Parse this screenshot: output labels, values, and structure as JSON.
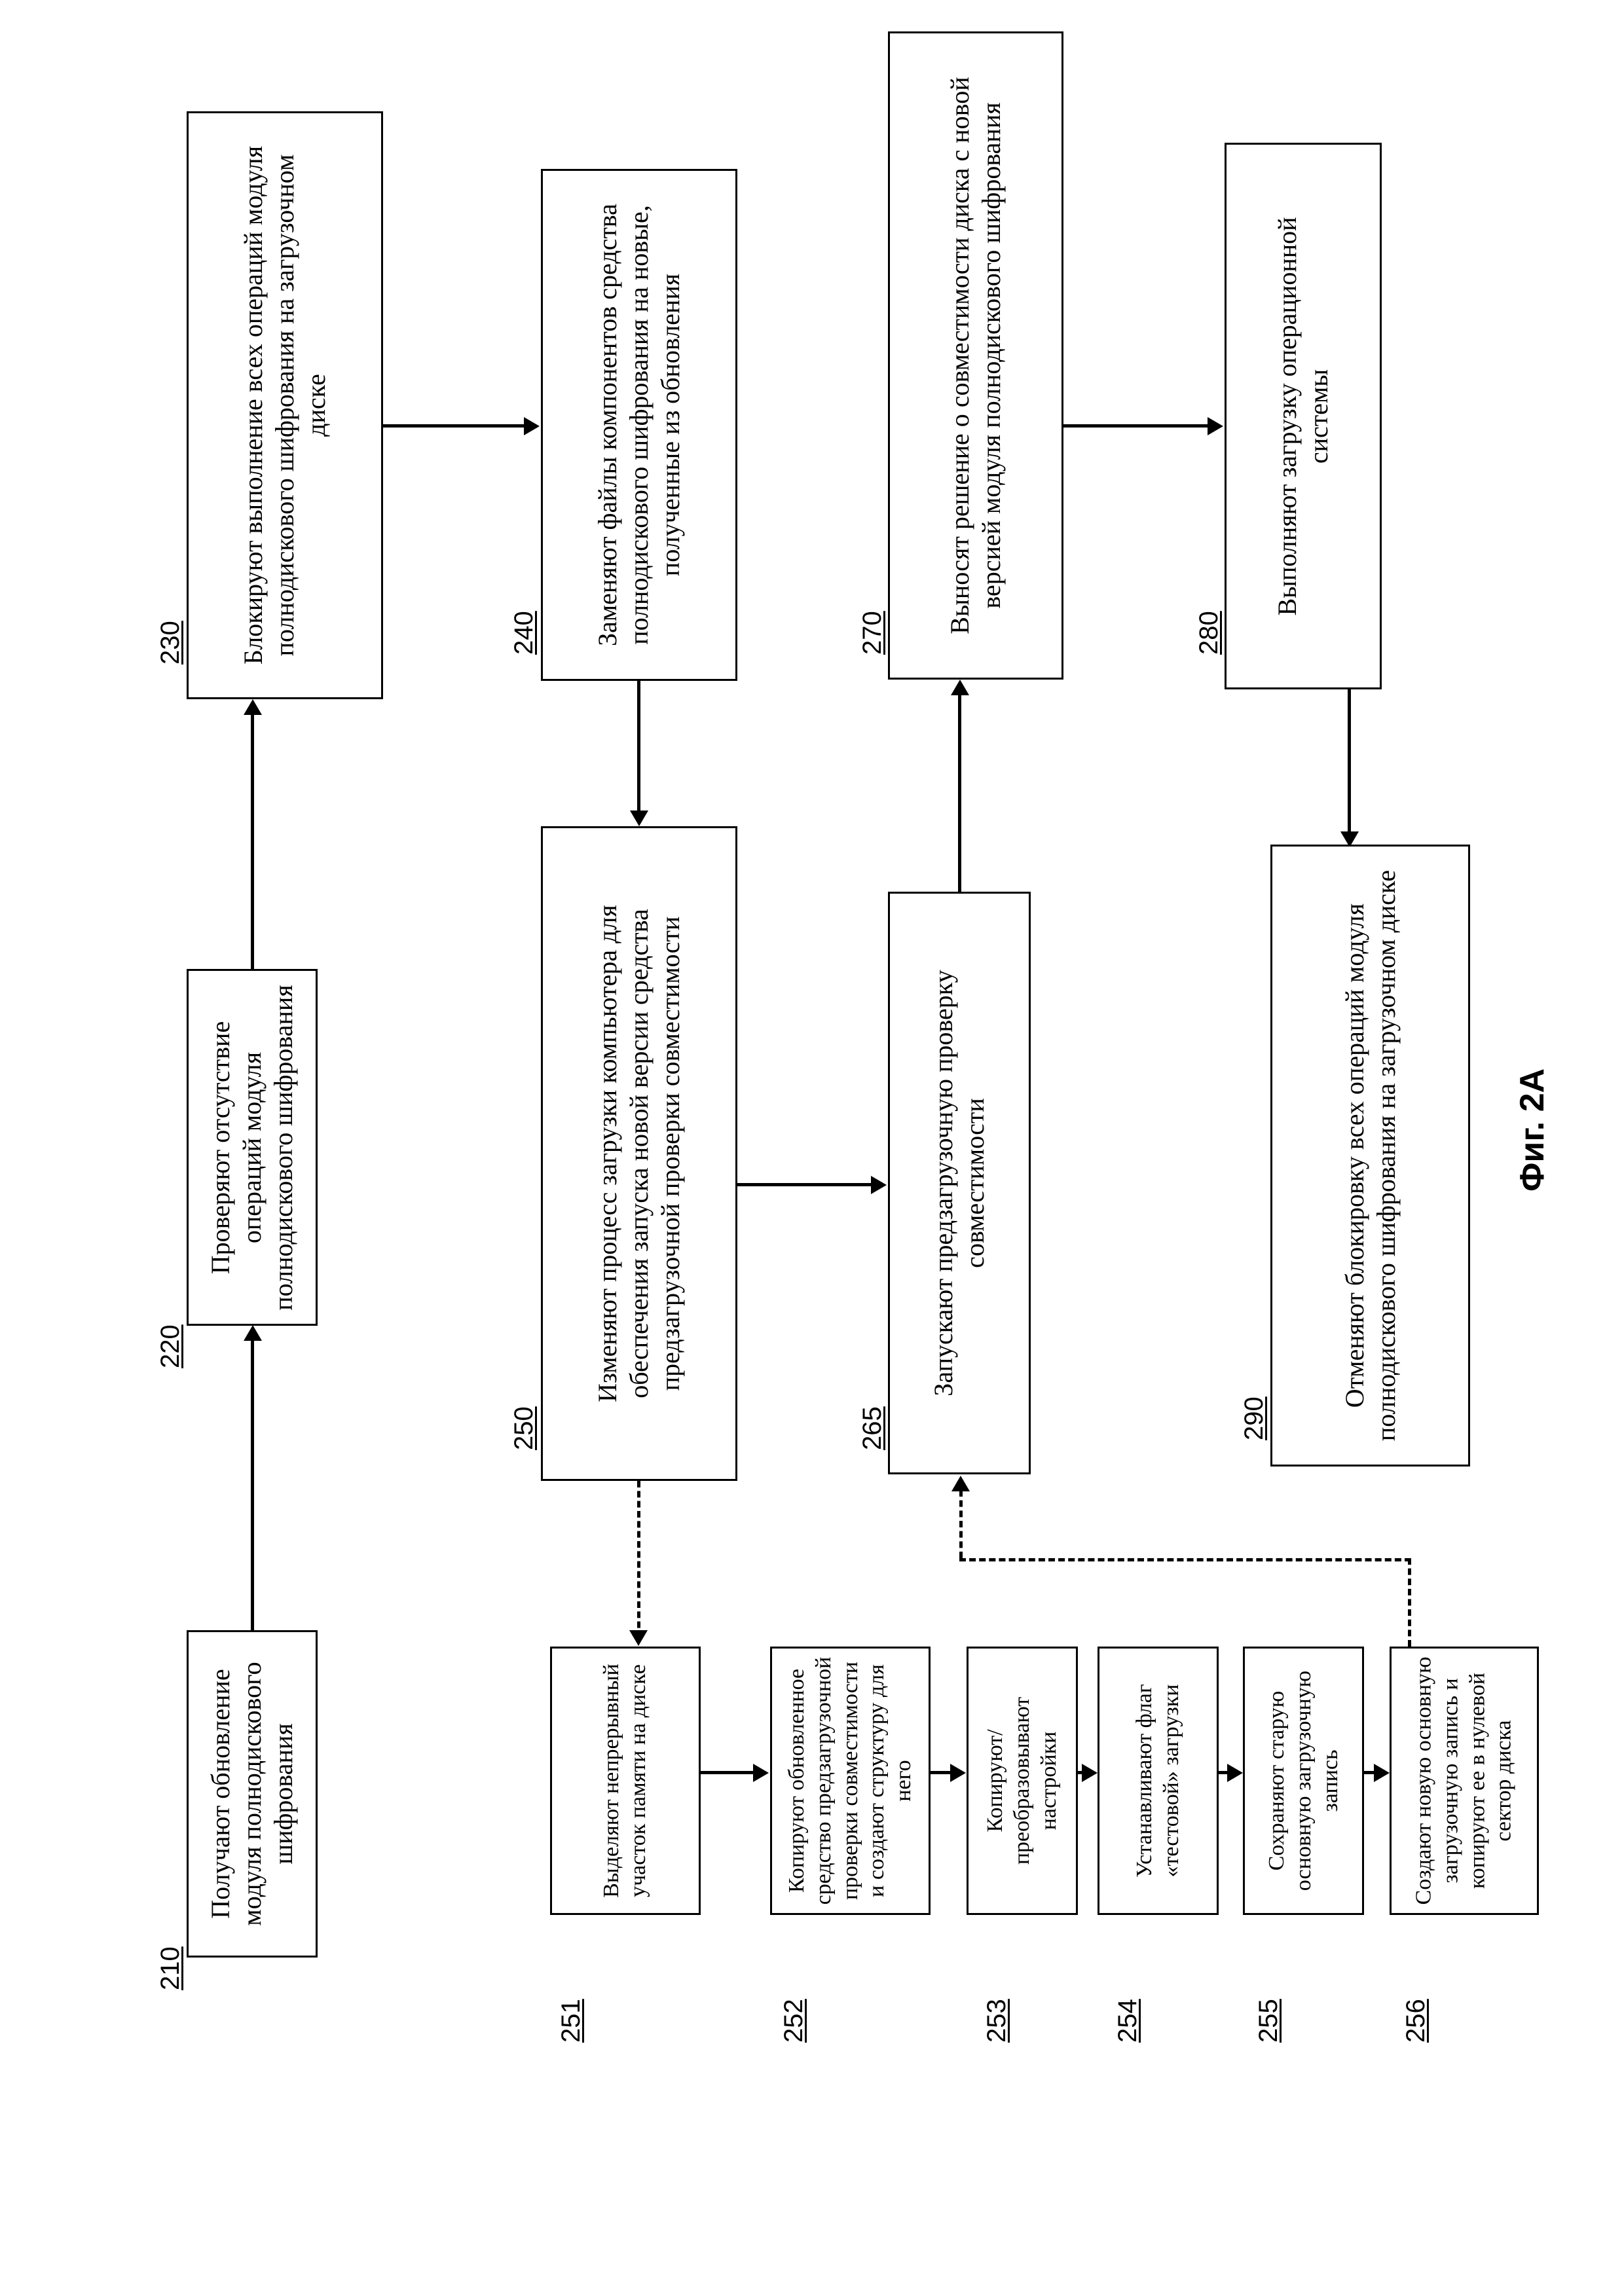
{
  "figure": {
    "caption": "Фиг. 2А",
    "orientation": "rotated-90-ccw",
    "language": "ru"
  },
  "nodes": [
    {
      "id": "210",
      "ref": "210",
      "text": "Получают обновление модуля полнодискового шифрования"
    },
    {
      "id": "220",
      "ref": "220",
      "text": "Проверяют отсутствие операций модуля полнодискового шифрования"
    },
    {
      "id": "230",
      "ref": "230",
      "text": "Блокируют выполнение всех операций модуля полнодискового шифрования на загрузочном диске"
    },
    {
      "id": "240",
      "ref": "240",
      "text": "Заменяют файлы компонентов средства полнодискового шифрования на новые, полученные из обновления"
    },
    {
      "id": "250",
      "ref": "250",
      "text": "Изменяют процесс загрузки компьютера для обеспечения запуска новой версии средства предзагрузочной проверки совместимости"
    },
    {
      "id": "265",
      "ref": "265",
      "text": "Запускают предзагрузочную проверку совместимости"
    },
    {
      "id": "270",
      "ref": "270",
      "text": "Выносят решение о совместимости диска с новой версией модуля полнодискового шифрования"
    },
    {
      "id": "280",
      "ref": "280",
      "text": "Выполняют загрузку операционной системы"
    },
    {
      "id": "290",
      "ref": "290",
      "text": "Отменяют блокировку всех операций модуля полнодискового шифрования на загрузочном диске"
    },
    {
      "id": "251",
      "ref": "251",
      "text": "Выделяют непрерывный участок памяти на диске"
    },
    {
      "id": "252",
      "ref": "252",
      "text": "Копируют обновленное средство предзагрузочной проверки совместимости и создают структуру для него"
    },
    {
      "id": "253",
      "ref": "253",
      "text": "Копируют/преобразовывают настройки"
    },
    {
      "id": "254",
      "ref": "254",
      "text": "Устанавливают флаг «тестовой» загрузки"
    },
    {
      "id": "255",
      "ref": "255",
      "text": "Сохраняют старую основную загрузочную запись"
    },
    {
      "id": "256",
      "ref": "256",
      "text": "Создают новую основную загрузочную запись  и копируют ее в нулевой сектор диска"
    }
  ],
  "edges": [
    {
      "from": "210",
      "to": "220",
      "style": "solid"
    },
    {
      "from": "220",
      "to": "230",
      "style": "solid"
    },
    {
      "from": "230",
      "to": "240",
      "style": "solid"
    },
    {
      "from": "240",
      "to": "250",
      "style": "solid"
    },
    {
      "from": "250",
      "to": "265",
      "style": "solid"
    },
    {
      "from": "265",
      "to": "270",
      "style": "solid"
    },
    {
      "from": "270",
      "to": "280",
      "style": "solid"
    },
    {
      "from": "280",
      "to": "290",
      "style": "solid"
    },
    {
      "from": "250",
      "to": "251",
      "style": "dashed"
    },
    {
      "from": "251",
      "to": "252",
      "style": "solid"
    },
    {
      "from": "252",
      "to": "253",
      "style": "solid"
    },
    {
      "from": "253",
      "to": "254",
      "style": "solid"
    },
    {
      "from": "254",
      "to": "255",
      "style": "solid"
    },
    {
      "from": "255",
      "to": "256",
      "style": "solid"
    },
    {
      "from": "256",
      "to": "265",
      "style": "dashed"
    }
  ],
  "colors": {
    "stroke": "#000000",
    "background": "#ffffff"
  }
}
